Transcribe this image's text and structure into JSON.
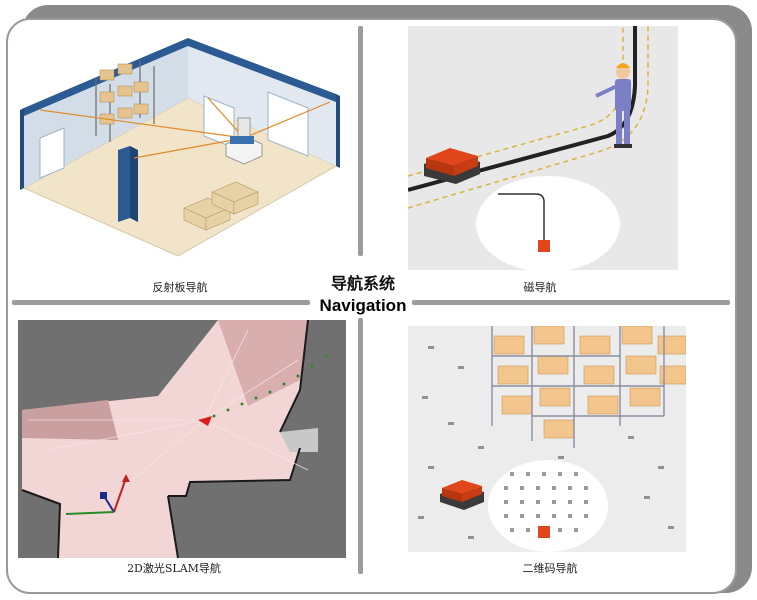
{
  "title": {
    "zh": "导航系统",
    "en": "Navigation"
  },
  "captions": {
    "reflector": "反射板导航",
    "magnetic": "磁导航",
    "slam": "2D激光SLAM导航",
    "qrcode": "二维码导航"
  },
  "colors": {
    "agv_orange": "#e0451c",
    "wall_blue": "#2c5a93",
    "floor_tan": "#f0e3c8",
    "frame_gray": "#8a8a8a"
  }
}
